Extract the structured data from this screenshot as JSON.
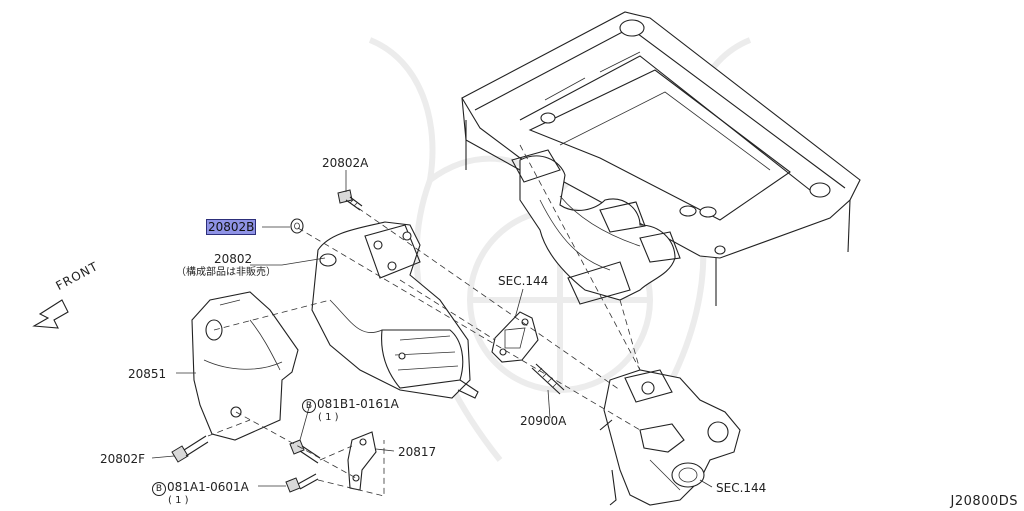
{
  "diagram_code": "J20800DS",
  "front_label": "FRONT",
  "parts": {
    "p20802A": "20802A",
    "p20802B": "20802B",
    "p20802": "20802",
    "p20802_note": "（構成部品は非販売）",
    "p20851": "20851",
    "p20802F": "20802F",
    "p20817": "20817",
    "p20900A": "20900A",
    "sec144_top": "SEC.144",
    "sec144_bottom": "SEC.144",
    "bolt1_prefix": "B",
    "bolt1": "081B1-0161A",
    "bolt1_qty": "( 1 )",
    "bolt2_prefix": "B",
    "bolt2": "081A1-0601A",
    "bolt2_qty": "( 1 )"
  },
  "highlight_color": "#8f93e6"
}
